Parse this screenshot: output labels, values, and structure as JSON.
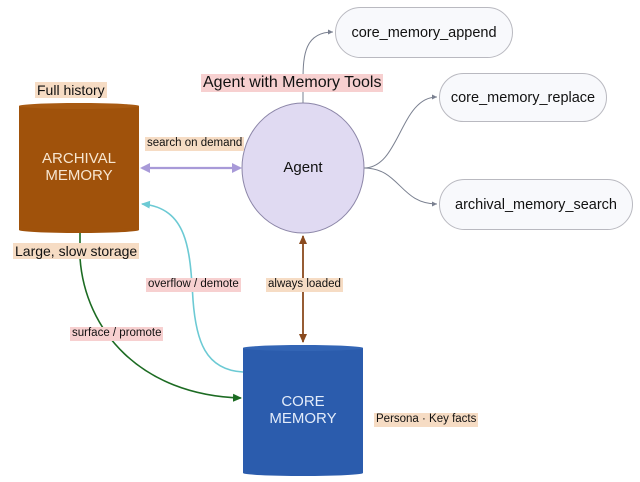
{
  "title": "Agent with Memory Tools",
  "nodes": {
    "agent": {
      "label": "Agent",
      "fill": "#e0daf2"
    },
    "archival": {
      "line1": "ARCHIVAL",
      "line2": "MEMORY",
      "fill": "#a0520b"
    },
    "core": {
      "line1": "CORE",
      "line2": "MEMORY",
      "fill": "#2b5cad"
    }
  },
  "tools": [
    {
      "label": "core_memory_append"
    },
    {
      "label": "core_memory_replace"
    },
    {
      "label": "archival_memory_search"
    }
  ],
  "annotations": {
    "full_history": "Full history",
    "large_slow": "Large, slow storage",
    "persona": "Persona · Key facts"
  },
  "edges": {
    "search_on_demand": {
      "label": "search on demand",
      "color": "#a89ad8"
    },
    "overflow_demote": {
      "label": "overflow / demote",
      "color": "#6ccad4"
    },
    "always_loaded": {
      "label": "always loaded",
      "color": "#8a4a1e"
    },
    "surface_promote": {
      "label": "surface / promote",
      "color": "#1c6b22"
    },
    "tool_links": {
      "color": "#7a8090"
    }
  }
}
